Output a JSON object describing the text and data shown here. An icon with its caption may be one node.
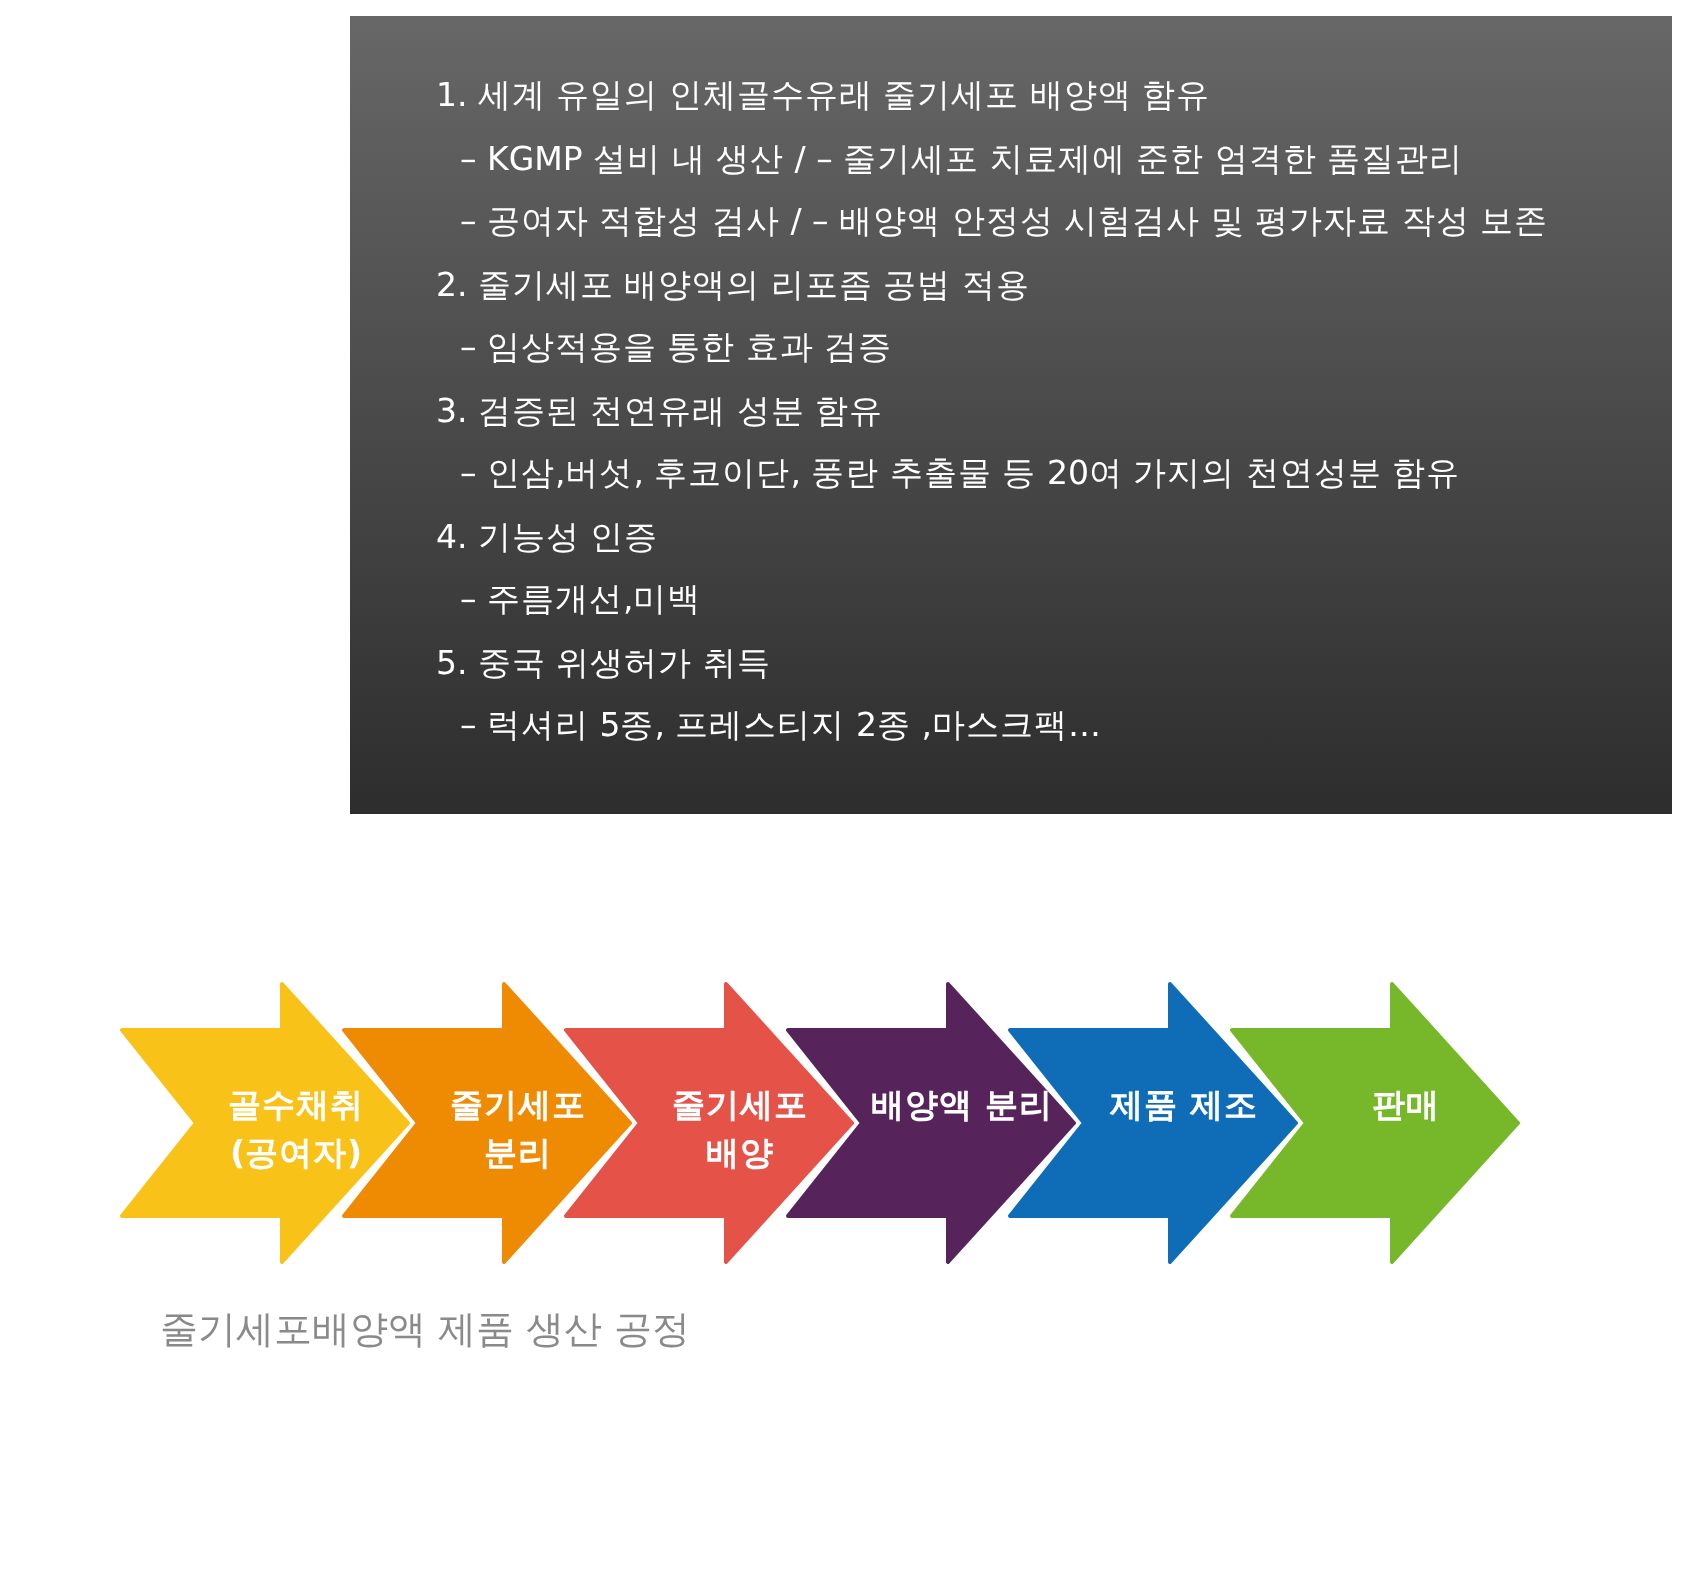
{
  "diagram": {
    "caption": "줄기세포배양액 제품 생산 공정",
    "nodes": [
      {
        "text": [
          "1. 세계 유일의 인체골수유래 줄기세포 배양액 함유",
          "– KGMP 설비 내 생산 / – 줄기세포 치료제에 준한 엄격한 품질관리",
          "– 공여자 적합성 검사 / – 배양액 안정성 시험검사 및 평가자료 작성 보존",
          "2. 줄기세포 배양액의 리포좀 공법 적용",
          "– 임상적용을 통한 효과 검증",
          "3. 검증된 천연유래 성분 함유",
          "– 인삼,버섯, 후코이단, 풍란 추출물 등 20여 가지의 천연성분 함유",
          "4. 기능성 인증",
          "– 주름개선,미백",
          "5. 중국 위생허가 취득",
          "– 럭셔리 5종, 프레스티지 2종 ,마스크팩…"
        ]
      },
      {
        "text": [
          "골수채취 (공여자)"
        ]
      },
      {
        "text": [
          "줄기세포 분리"
        ]
      },
      {
        "text": [
          "줄기세포 배양"
        ]
      },
      {
        "text": [
          "배양액 분리"
        ]
      },
      {
        "text": [
          "제품 제조"
        ]
      },
      {
        "text": [
          "판매"
        ]
      }
    ]
  }
}
